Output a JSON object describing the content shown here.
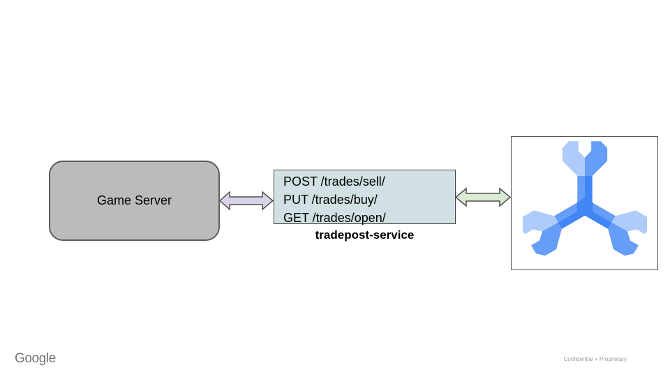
{
  "slide": {
    "game_server": {
      "label": "Game Server"
    },
    "service": {
      "lines": [
        "POST /trades/sell/",
        "PUT /trades/buy/",
        "GET /trades/open/"
      ],
      "name": "tradepost-service"
    },
    "icons": {
      "database": "cloud-spanner-icon",
      "left_connector": "double-headed-arrow-icon",
      "right_connector": "double-headed-arrow-icon"
    },
    "footer": {
      "brand": "Google",
      "note": "Confidential + Proprietary"
    },
    "colors": {
      "game_server_fill": "#bbbbbb",
      "service_fill": "#d0e0e3",
      "arrow_left_fill": "#d9d2e9",
      "arrow_right_fill": "#d9ead3",
      "arrow_stroke": "#4d4d4d",
      "spanner_light": "#aecbfa",
      "spanner_medium": "#669df6",
      "spanner_dark": "#4285f4",
      "brand_gray": "#757575"
    }
  }
}
